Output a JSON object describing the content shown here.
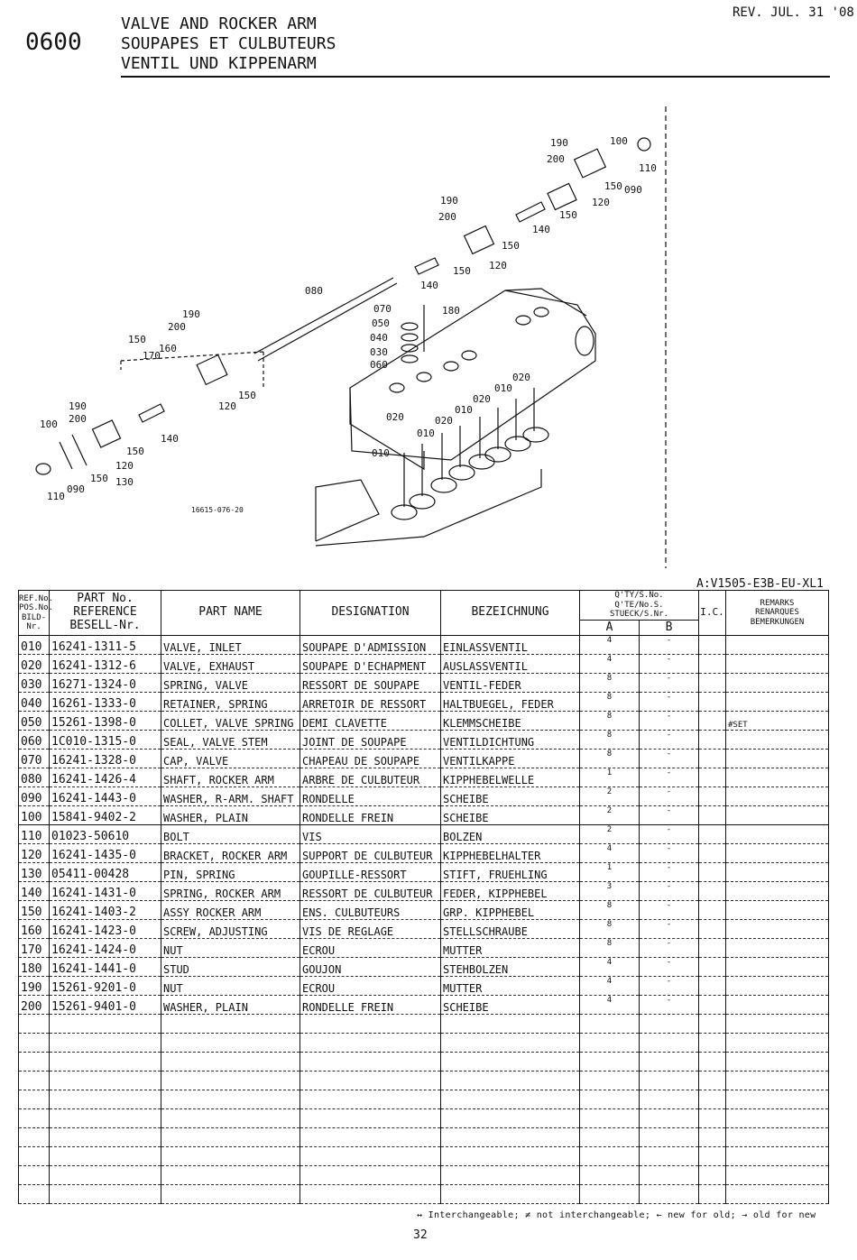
{
  "header": {
    "revision": "REV. JUL. 31 '08",
    "section": "0600",
    "title_en": "VALVE AND ROCKER ARM",
    "title_fr": "SOUPAPES ET CULBUTEURS",
    "title_de": "VENTIL UND KIPPENARM"
  },
  "diagram": {
    "drawing_code": "16615-076-20",
    "callouts": [
      "190",
      "100",
      "200",
      "110",
      "150",
      "090",
      "120",
      "190",
      "200",
      "150",
      "140",
      "150",
      "120",
      "150",
      "140",
      "080",
      "180",
      "070",
      "050",
      "040",
      "030",
      "060",
      "190",
      "200",
      "150",
      "160",
      "170",
      "120",
      "150",
      "190",
      "200",
      "140",
      "100",
      "150",
      "120",
      "110",
      "090",
      "150",
      "130",
      "020",
      "010",
      "020",
      "010",
      "020",
      "010",
      "020",
      "010"
    ]
  },
  "model": "A:V1505-E3B-EU-XL1",
  "table": {
    "headers": {
      "ref": "REF.No.\nPOS.No.\nBILD-Nr.",
      "part_no": "PART No.\nREFERENCE\nBESELL-Nr.",
      "part_name": "PART NAME",
      "designation": "DESIGNATION",
      "bezeichnung": "BEZEICHNUNG",
      "qty": "Q'TY/S.No.\nQ'TE/No.S.\nSTUECK/S.Nr.",
      "qty_a": "A",
      "qty_b": "B",
      "ic": "I.C.",
      "remarks": "REMARKS\nRENARQUES\nBEMERKUNGEN"
    },
    "rows": [
      {
        "ref": "010",
        "part_no": "16241-1311-5",
        "name": "VALVE, INLET",
        "designation": "SOUPAPE D'ADMISSION",
        "bezeichnung": "EINLASSVENTIL",
        "qa": "4",
        "qb": "-",
        "ic": "",
        "remarks": ""
      },
      {
        "ref": "020",
        "part_no": "16241-1312-6",
        "name": "VALVE, EXHAUST",
        "designation": "SOUPAPE D'ECHAPMENT",
        "bezeichnung": "AUSLASSVENTIL",
        "qa": "4",
        "qb": "-",
        "ic": "",
        "remarks": ""
      },
      {
        "ref": "030",
        "part_no": "16271-1324-0",
        "name": "SPRING, VALVE",
        "designation": "RESSORT DE SOUPAPE",
        "bezeichnung": "VENTIL-FEDER",
        "qa": "8",
        "qb": "-",
        "ic": "",
        "remarks": ""
      },
      {
        "ref": "040",
        "part_no": "16261-1333-0",
        "name": "RETAINER, SPRING",
        "designation": "ARRETOIR DE RESSORT",
        "bezeichnung": "HALTBUEGEL, FEDER",
        "qa": "8",
        "qb": "-",
        "ic": "",
        "remarks": ""
      },
      {
        "ref": "050",
        "part_no": "15261-1398-0",
        "name": "COLLET, VALVE SPRING",
        "designation": "DEMI CLAVETTE",
        "bezeichnung": "KLEMMSCHEIBE",
        "qa": "8",
        "qb": "-",
        "ic": "",
        "remarks": "#SET"
      },
      {
        "ref": "060",
        "part_no": "1C010-1315-0",
        "name": "SEAL, VALVE STEM",
        "designation": "JOINT DE SOUPAPE",
        "bezeichnung": "VENTILDICHTUNG",
        "qa": "8",
        "qb": "-",
        "ic": "",
        "remarks": ""
      },
      {
        "ref": "070",
        "part_no": "16241-1328-0",
        "name": "CAP, VALVE",
        "designation": "CHAPEAU DE SOUPAPE",
        "bezeichnung": "VENTILKAPPE",
        "qa": "8",
        "qb": "-",
        "ic": "",
        "remarks": ""
      },
      {
        "ref": "080",
        "part_no": "16241-1426-4",
        "name": "SHAFT, ROCKER ARM",
        "designation": "ARBRE DE CULBUTEUR",
        "bezeichnung": "KIPPHEBELWELLE",
        "qa": "1",
        "qb": "-",
        "ic": "",
        "remarks": ""
      },
      {
        "ref": "090",
        "part_no": "16241-1443-0",
        "name": "WASHER, R-ARM. SHAFT",
        "designation": "RONDELLE",
        "bezeichnung": "SCHEIBE",
        "qa": "2",
        "qb": "-",
        "ic": "",
        "remarks": ""
      },
      {
        "ref": "100",
        "part_no": "15841-9402-2",
        "name": "WASHER, PLAIN",
        "designation": "RONDELLE FREIN",
        "bezeichnung": "SCHEIBE",
        "qa": "2",
        "qb": "-",
        "ic": "",
        "remarks": ""
      },
      {
        "ref": "110",
        "part_no": "01023-50610",
        "name": "BOLT",
        "designation": "VIS",
        "bezeichnung": "BOLZEN",
        "qa": "2",
        "qb": "-",
        "ic": "",
        "remarks": ""
      },
      {
        "ref": "120",
        "part_no": "16241-1435-0",
        "name": "BRACKET, ROCKER ARM",
        "designation": "SUPPORT DE CULBUTEUR",
        "bezeichnung": "KIPPHEBELHALTER",
        "qa": "4",
        "qb": "-",
        "ic": "",
        "remarks": ""
      },
      {
        "ref": "130",
        "part_no": "05411-00428",
        "name": "PIN, SPRING",
        "designation": "GOUPILLE-RESSORT",
        "bezeichnung": "STIFT, FRUEHLING",
        "qa": "1",
        "qb": "-",
        "ic": "",
        "remarks": ""
      },
      {
        "ref": "140",
        "part_no": "16241-1431-0",
        "name": "SPRING, ROCKER ARM",
        "designation": "RESSORT DE CULBUTEUR",
        "bezeichnung": "FEDER, KIPPHEBEL",
        "qa": "3",
        "qb": "-",
        "ic": "",
        "remarks": ""
      },
      {
        "ref": "150",
        "part_no": "16241-1403-2",
        "name": "ASSY ROCKER ARM",
        "designation": "ENS. CULBUTEURS",
        "bezeichnung": "GRP. KIPPHEBEL",
        "qa": "8",
        "qb": "-",
        "ic": "",
        "remarks": ""
      },
      {
        "ref": "160",
        "part_no": "16241-1423-0",
        "name": "SCREW, ADJUSTING",
        "designation": "VIS DE REGLAGE",
        "bezeichnung": "STELLSCHRAUBE",
        "qa": "8",
        "qb": "-",
        "ic": "",
        "remarks": ""
      },
      {
        "ref": "170",
        "part_no": "16241-1424-0",
        "name": "NUT",
        "designation": "ECROU",
        "bezeichnung": "MUTTER",
        "qa": "8",
        "qb": "-",
        "ic": "",
        "remarks": ""
      },
      {
        "ref": "180",
        "part_no": "16241-1441-0",
        "name": "STUD",
        "designation": "GOUJON",
        "bezeichnung": "STEHBOLZEN",
        "qa": "4",
        "qb": "-",
        "ic": "",
        "remarks": ""
      },
      {
        "ref": "190",
        "part_no": "15261-9201-0",
        "name": "NUT",
        "designation": "ECROU",
        "bezeichnung": "MUTTER",
        "qa": "4",
        "qb": "-",
        "ic": "",
        "remarks": ""
      },
      {
        "ref": "200",
        "part_no": "15261-9401-0",
        "name": "WASHER, PLAIN",
        "designation": "RONDELLE FREIN",
        "bezeichnung": "SCHEIBE",
        "qa": "4",
        "qb": "-",
        "ic": "",
        "remarks": ""
      }
    ],
    "empty_rows": 10
  },
  "footer": {
    "legend": "↔ Interchangeable; ≠ not interchangeable; ← new for old; → old for new",
    "page": "32"
  }
}
